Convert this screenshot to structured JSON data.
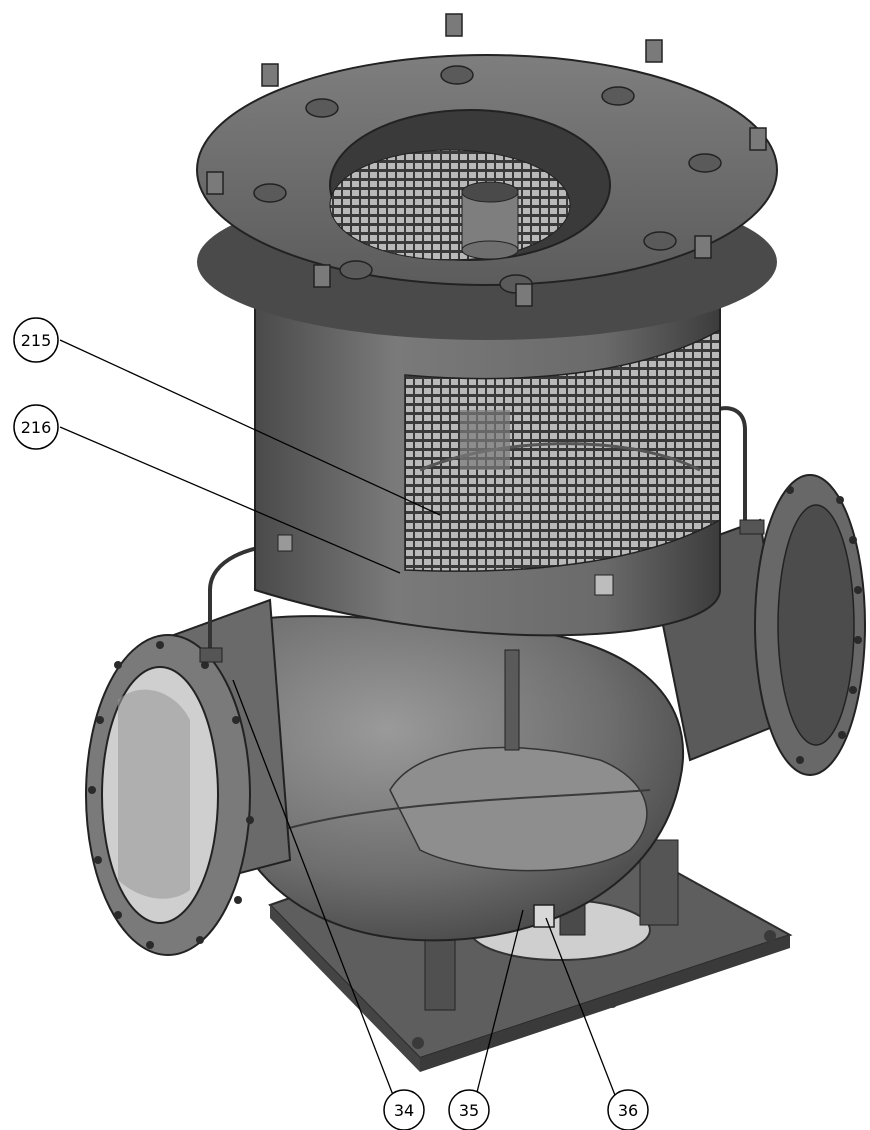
{
  "callouts": [
    {
      "id": "c215",
      "label": "215"
    },
    {
      "id": "c216",
      "label": "216"
    },
    {
      "id": "c34",
      "label": "34"
    },
    {
      "id": "c35",
      "label": "35"
    },
    {
      "id": "c36",
      "label": "36"
    }
  ],
  "colors": {
    "background": "#ffffff",
    "metal_light": "#8a8a8a",
    "metal_mid": "#6b6b6b",
    "metal_dark": "#4a4a4a",
    "metal_shadow": "#2e2e2e",
    "leader_line": "#000000"
  }
}
